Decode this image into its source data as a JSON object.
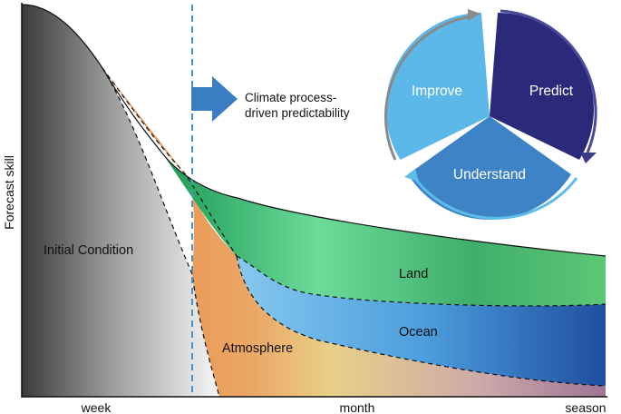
{
  "axes": {
    "y_label": "Forecast skill",
    "x_ticks": [
      "week",
      "month",
      "season"
    ]
  },
  "regions": {
    "initial_condition": "Initial Condition",
    "atmosphere": "Atmosphere",
    "land": "Land",
    "ocean": "Ocean"
  },
  "annotation": {
    "line1": "Climate process-",
    "line2": "driven predictability"
  },
  "cycle": {
    "improve": "Improve",
    "predict": "Predict",
    "understand": "Understand"
  },
  "colors": {
    "initial_dark": "#3b3b3b",
    "initial_light": "#f7f7f7",
    "atmosphere_orange": "#e98d4c",
    "atmosphere_yellow": "#e9cf86",
    "atmosphere_purple": "#a8799a",
    "land_green": "#1f9c58",
    "land_light": "#6ed799",
    "ocean_light": "#7ec3ea",
    "ocean_dark": "#1f4fa3",
    "improve": "#5bb8e8",
    "predict": "#2b2a7a",
    "understand": "#3d83c6",
    "arrow": "#3a7dc2",
    "dashed_line": "#4a90c9"
  }
}
